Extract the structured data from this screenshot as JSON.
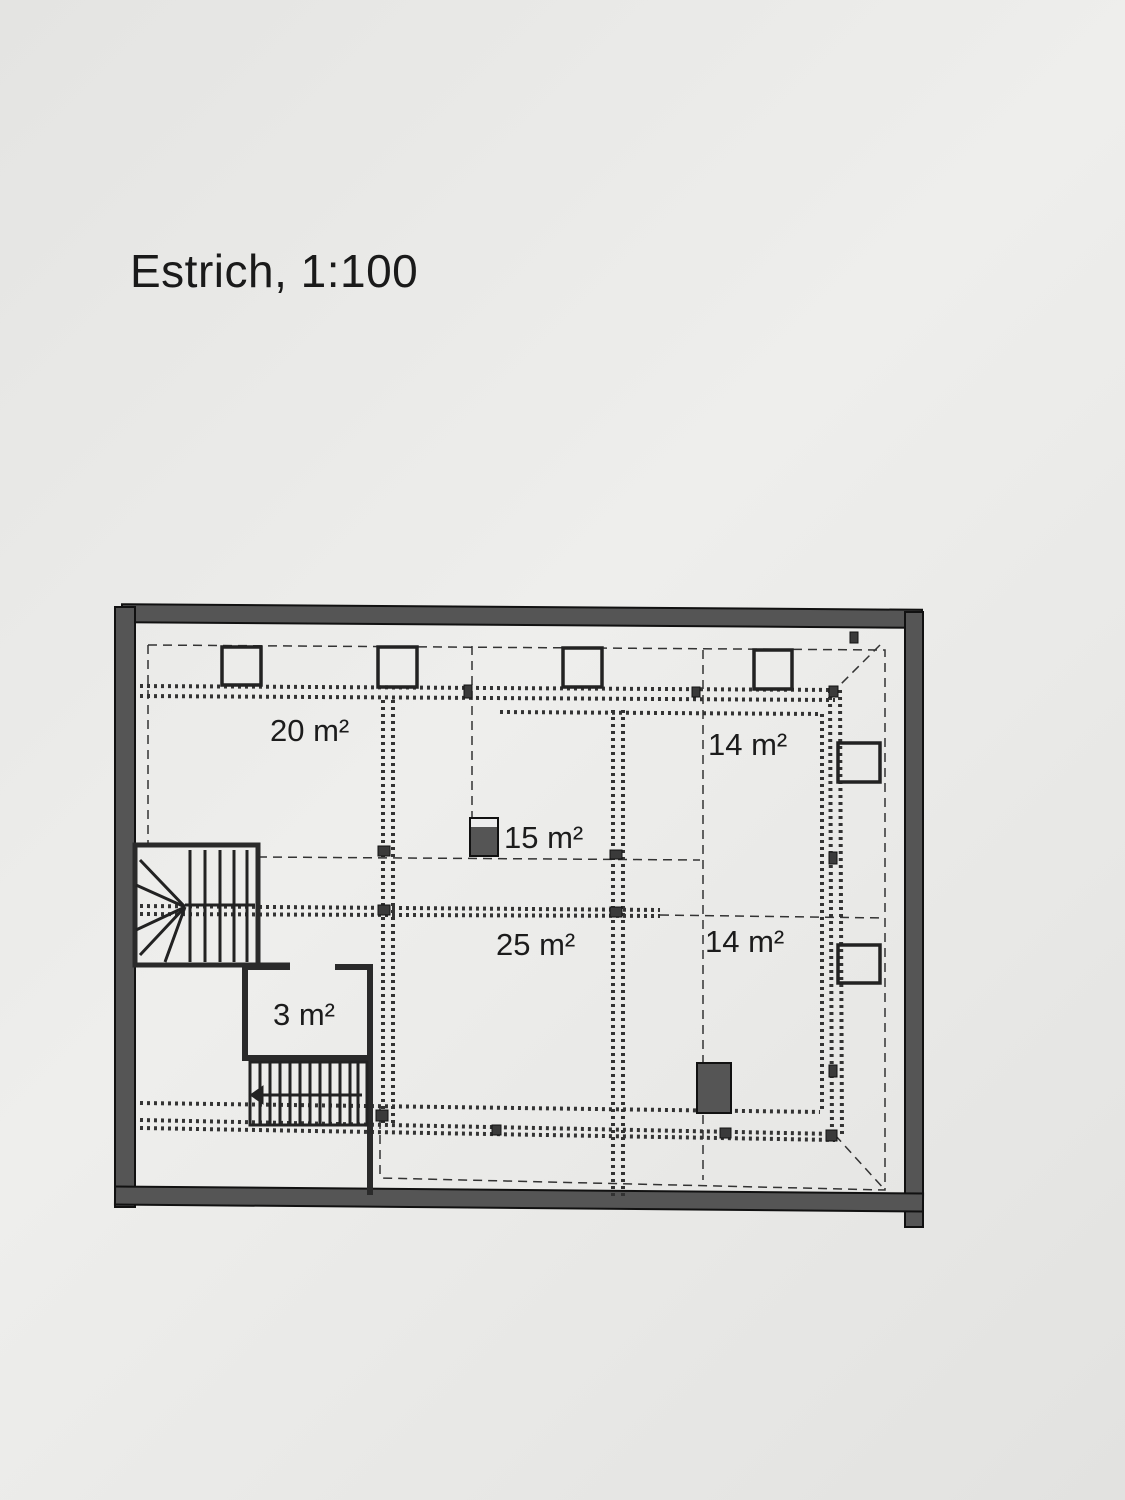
{
  "title": "Estrich, 1:100",
  "rooms": [
    {
      "id": "room-nw",
      "area": "20 m²"
    },
    {
      "id": "room-center-north",
      "area": "15 m²"
    },
    {
      "id": "room-ne",
      "area": "14 m²"
    },
    {
      "id": "room-center-south",
      "area": "25 m²"
    },
    {
      "id": "room-se",
      "area": "14 m²"
    },
    {
      "id": "room-small",
      "area": "3 m²"
    }
  ],
  "colors": {
    "paper": "#e8e8e6",
    "wall": "#555555",
    "ink": "#1c1c1c"
  }
}
